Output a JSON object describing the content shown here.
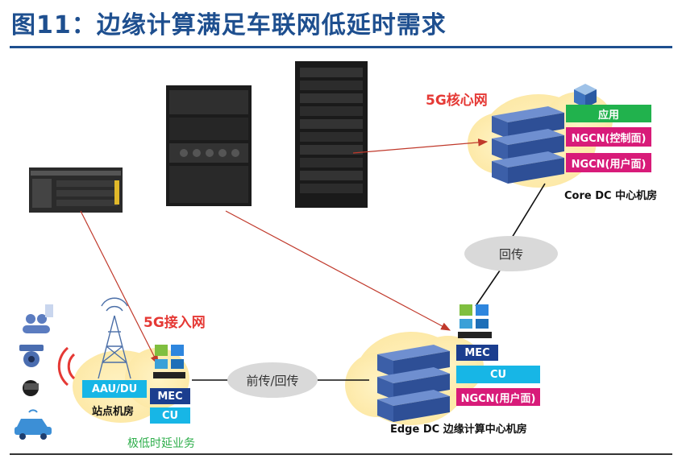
{
  "header": {
    "title": "图11：边缘计算满足车联网低延时需求"
  },
  "core": {
    "network_label": "5G核心网",
    "boxes": {
      "app": "应用",
      "ngcn_control": "NGCN(控制面)",
      "ngcn_user": "NGCN(用户面)"
    },
    "site_label": "Core DC 中心机房"
  },
  "backhaul": {
    "label": "回传"
  },
  "fronthaul": {
    "label": "前传/回传"
  },
  "access": {
    "network_label": "5G接入网",
    "aau_du": "AAU/DU",
    "mec": "MEC",
    "cu": "CU",
    "site_label": "站点机房",
    "service_label": "极低时延业务"
  },
  "edge": {
    "mec": "MEC",
    "cu": "CU",
    "ngcn_user": "NGCN(用户面)",
    "site_label": "Edge DC 边缘计算中心机房"
  },
  "colors": {
    "title": "#1e4f8f",
    "red": "#e53935",
    "green": "#21b24d",
    "pink": "#d81b79",
    "navy": "#1b3e8f",
    "cyan": "#17b6e6",
    "cloud": "#fde9a8",
    "server": "#3c5fa8"
  }
}
